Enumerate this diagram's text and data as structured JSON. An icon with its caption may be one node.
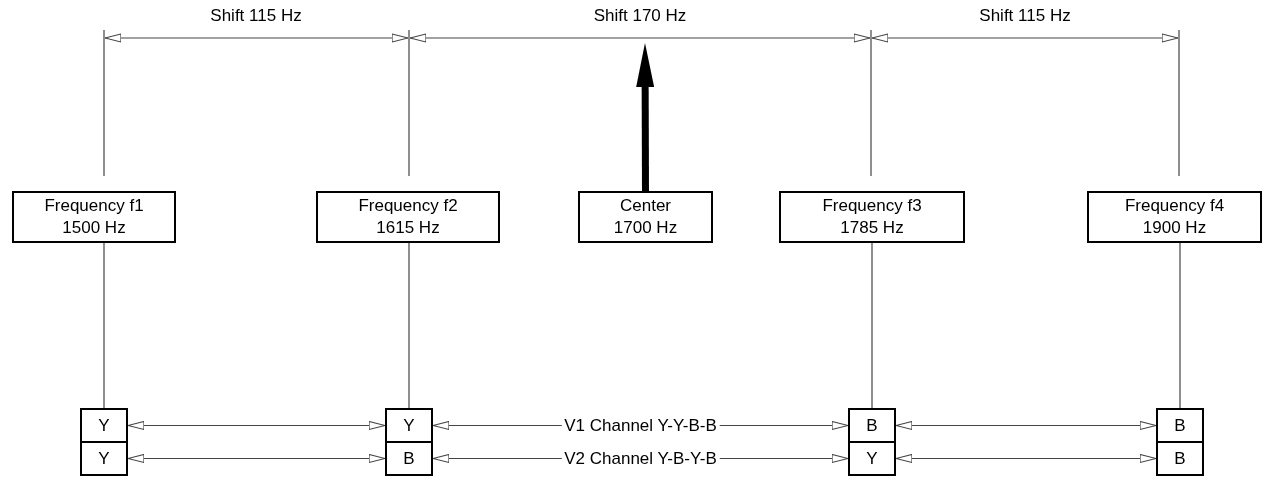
{
  "diagram": {
    "nodes": [
      {
        "text": [
          "Frequency f1",
          "1500 Hz"
        ]
      },
      {
        "text": [
          "Frequency f2",
          "1615 Hz"
        ]
      },
      {
        "text": [
          "Center",
          "1700 Hz"
        ]
      },
      {
        "text": [
          "Frequency f3",
          "1785 Hz"
        ]
      },
      {
        "text": [
          "Frequency f4",
          "1900 Hz"
        ]
      },
      {
        "text": [
          "Y"
        ]
      },
      {
        "text": [
          "Y"
        ]
      },
      {
        "text": [
          "B"
        ]
      },
      {
        "text": [
          "B"
        ]
      },
      {
        "text": [
          "Y"
        ]
      },
      {
        "text": [
          "B"
        ]
      },
      {
        "text": [
          "Y"
        ]
      },
      {
        "text": [
          "B"
        ]
      }
    ],
    "edges": [
      {
        "from": 0,
        "to": 5,
        "arrow": "none"
      },
      {
        "from": 1,
        "to": 6,
        "arrow": "none"
      },
      {
        "from": 3,
        "to": 7,
        "arrow": "none"
      },
      {
        "from": 4,
        "to": 8,
        "arrow": "none"
      },
      {
        "from": 2,
        "to": null,
        "arrow": "to",
        "style": "thick"
      },
      {
        "from": 5,
        "to": 6,
        "arrow": "both"
      },
      {
        "from": 6,
        "to": 7,
        "arrow": "both",
        "label": "V1 Channel Y-Y-B-B"
      },
      {
        "from": 7,
        "to": 8,
        "arrow": "both"
      },
      {
        "from": 9,
        "to": 10,
        "arrow": "both"
      },
      {
        "from": 10,
        "to": 11,
        "arrow": "both",
        "label": "V2 Channel Y-B-Y-B"
      },
      {
        "from": 11,
        "to": 12,
        "arrow": "both"
      }
    ],
    "labels": [
      "Shift 115 Hz",
      "Shift 170 Hz",
      "Shift 115 Hz"
    ]
  }
}
